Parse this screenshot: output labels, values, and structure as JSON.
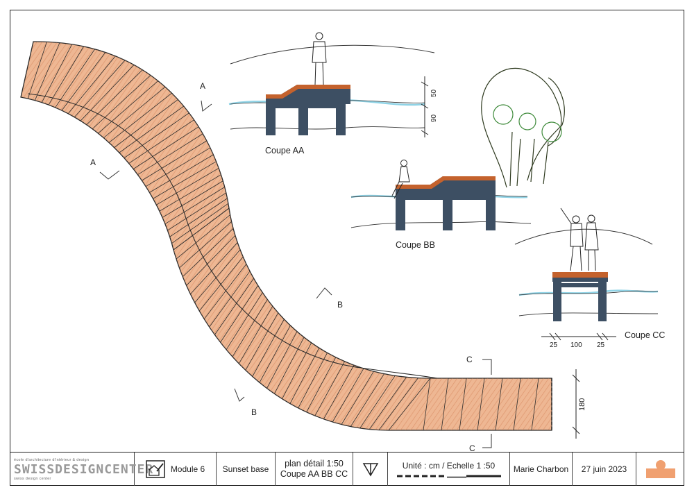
{
  "drawing": {
    "section_labels": {
      "aa": "Coupe AA",
      "bb": "Coupe BB",
      "cc": "Coupe CC"
    },
    "cut_markers": {
      "a": "A",
      "b": "B",
      "c": "C"
    },
    "dimensions": {
      "aa_upper": "50",
      "aa_lower": "90",
      "cc_left": "25",
      "cc_mid": "100",
      "cc_right": "25",
      "width": "180"
    }
  },
  "title_block": {
    "school_tagline": "école d'architecture d'intérieur & design",
    "school_name": "SWISSDESIGNCENTER",
    "school_subtitle": "swiss design center",
    "module": "Module 6",
    "project": "Sunset base",
    "plan_line1": "plan détail 1:50",
    "plan_line2": "Coupe AA BB CC",
    "scale": "Unité : cm / Echelle 1 :50",
    "author": "Marie Charbon",
    "date": "27 juin 2023"
  },
  "colors": {
    "wood_fill": "#e9b38f",
    "wood_stroke": "#b8532b",
    "deck_top": "#c4622d",
    "structure": "#3d4f63",
    "water": "#8fd3e6",
    "tree_outline": "#2e3a1f",
    "tree_accent": "#3e8a3a",
    "logo_mark": "#f0a070"
  }
}
